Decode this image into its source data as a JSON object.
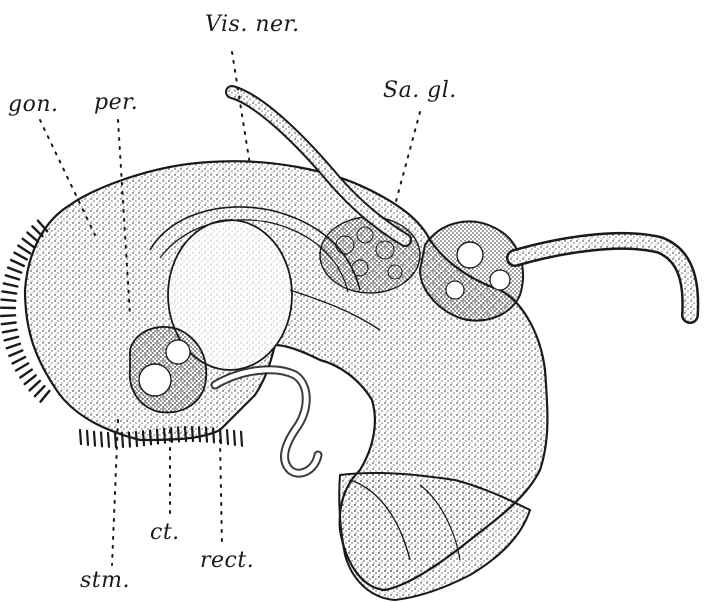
{
  "figure": {
    "subject": "anatomical-drawing",
    "ink_color": "#1a1a1a",
    "background_color": "#ffffff"
  },
  "labels": {
    "vis_ner": "Vis. ner.",
    "sa_gl": "Sa. gl.",
    "gon": "gon.",
    "per": "per.",
    "stm": "stm.",
    "ct": "ct.",
    "rect": "rect."
  }
}
